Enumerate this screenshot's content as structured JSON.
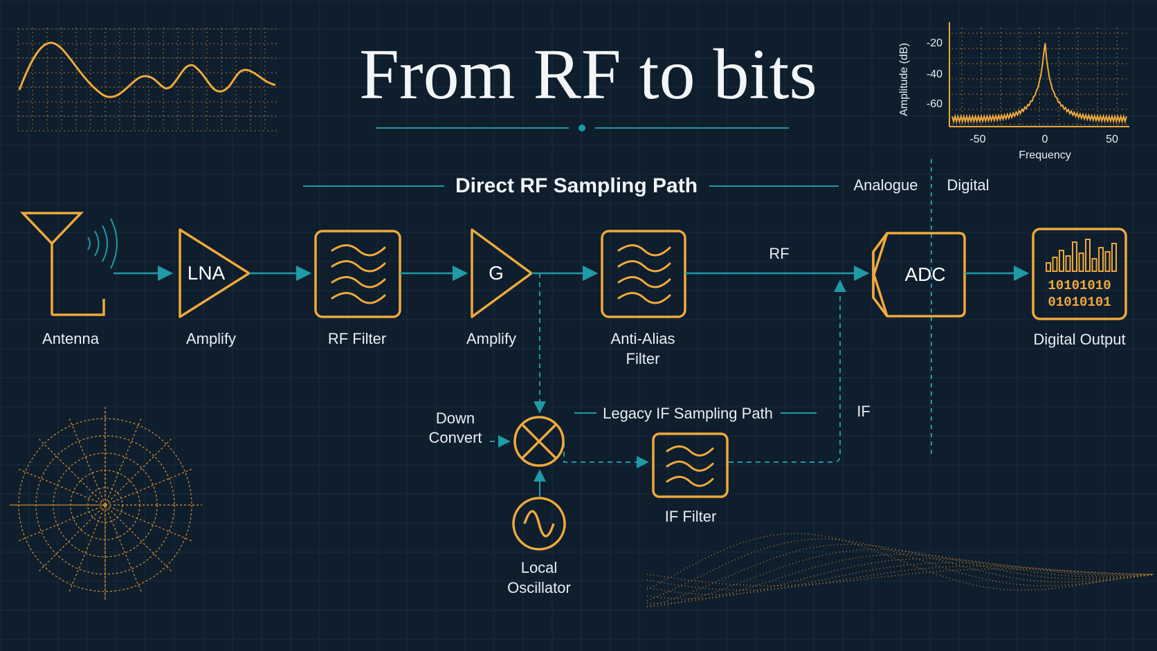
{
  "title": "From RF to bits",
  "paths": {
    "direct": "Direct RF Sampling Path",
    "legacy": "Legacy IF Sampling Path"
  },
  "domains": {
    "analogue": "Analogue",
    "digital": "Digital"
  },
  "signals": {
    "rf": "RF",
    "if": "IF"
  },
  "blocks": {
    "antenna": "Antenna",
    "lna_symbol": "LNA",
    "lna": "Amplify",
    "rf_filter": "RF Filter",
    "gain_symbol": "G",
    "gain": "Amplify",
    "anti_alias_line1": "Anti-Alias",
    "anti_alias_line2": "Filter",
    "adc_symbol": "ADC",
    "digital_output": "Digital Output",
    "bits_line1": "10101010",
    "bits_line2": "01010101",
    "down_convert_line1": "Down",
    "down_convert_line2": "Convert",
    "if_filter": "IF Filter",
    "lo_line1": "Local",
    "lo_line2": "Oscillator"
  },
  "spectrum": {
    "ylabel": "Amplitude (dB)",
    "xlabel": "Frequency",
    "yticks": [
      "-20",
      "-40",
      "-60"
    ],
    "xticks": [
      "-50",
      "0",
      "50"
    ]
  },
  "colors": {
    "background": "#0f1e2d",
    "accent_amber": "#f0a93b",
    "accent_teal": "#1f9aa6",
    "text": "#e9eef3"
  }
}
